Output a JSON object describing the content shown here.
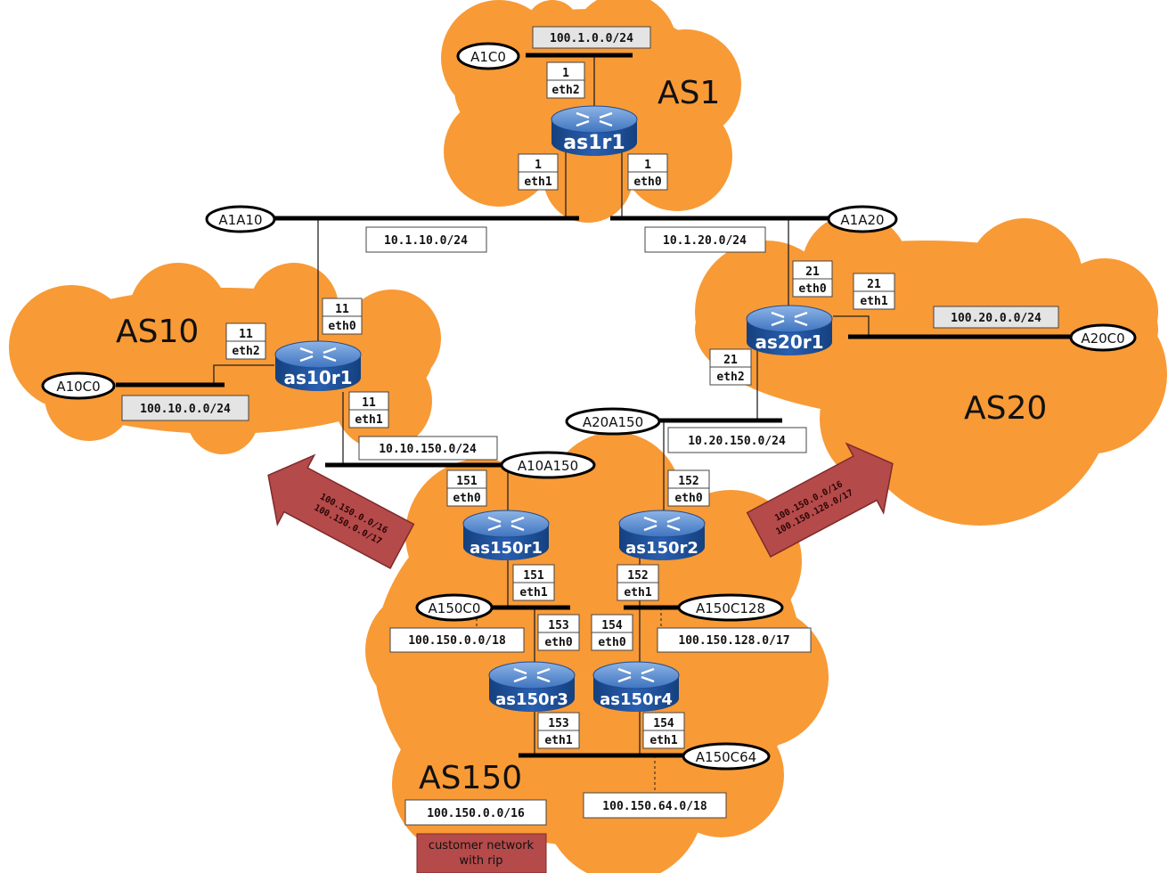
{
  "colors": {
    "cloud": "#f89a36",
    "router_top": "#5a8fd0",
    "router_body": "#1f4f9a",
    "segment": "#000000",
    "arrow": "#b54a4a"
  },
  "as_names": {
    "as1": "AS1",
    "as10": "AS10",
    "as20": "AS20",
    "as150": "AS150"
  },
  "routers": {
    "as1r1": "as1r1",
    "as10r1": "as10r1",
    "as20r1": "as20r1",
    "as150r1": "as150r1",
    "as150r2": "as150r2",
    "as150r3": "as150r3",
    "as150r4": "as150r4"
  },
  "collision_domains": {
    "a1c0": "A1C0",
    "a1a10": "A1A10",
    "a1a20": "A1A20",
    "a10c0": "A10C0",
    "a20c0": "A20C0",
    "a20a150": "A20A150",
    "a10a150": "A10A150",
    "a150c0": "A150C0",
    "a150c128": "A150C128",
    "a150c64": "A150C64"
  },
  "networks": {
    "n_100_1": "100.1.0.0/24",
    "n_10_1_10": "10.1.10.0/24",
    "n_10_1_20": "10.1.20.0/24",
    "n_100_20": "100.20.0.0/24",
    "n_100_10": "100.10.0.0/24",
    "n_10_10_150": "10.10.150.0/24",
    "n_10_20_150": "10.20.150.0/24",
    "n_100_150_0": "100.150.0.0/18",
    "n_100_150_128": "100.150.128.0/17",
    "n_100_150_64": "100.150.64.0/18",
    "n_100_150_16": "100.150.0.0/16"
  },
  "interfaces": {
    "as1r1_eth2": {
      "num": "1",
      "name": "eth2"
    },
    "as1r1_eth1": {
      "num": "1",
      "name": "eth1"
    },
    "as1r1_eth0": {
      "num": "1",
      "name": "eth0"
    },
    "as10r1_eth0": {
      "num": "11",
      "name": "eth0"
    },
    "as10r1_eth2": {
      "num": "11",
      "name": "eth2"
    },
    "as10r1_eth1": {
      "num": "11",
      "name": "eth1"
    },
    "as20r1_eth0": {
      "num": "21",
      "name": "eth0"
    },
    "as20r1_eth1": {
      "num": "21",
      "name": "eth1"
    },
    "as20r1_eth2": {
      "num": "21",
      "name": "eth2"
    },
    "as150r1_eth0": {
      "num": "151",
      "name": "eth0"
    },
    "as150r1_eth1": {
      "num": "151",
      "name": "eth1"
    },
    "as150r2_eth0": {
      "num": "152",
      "name": "eth0"
    },
    "as150r2_eth1": {
      "num": "152",
      "name": "eth1"
    },
    "as150r3_eth0": {
      "num": "153",
      "name": "eth0"
    },
    "as150r3_eth1": {
      "num": "153",
      "name": "eth1"
    },
    "as150r4_eth0": {
      "num": "154",
      "name": "eth0"
    },
    "as150r4_eth1": {
      "num": "154",
      "name": "eth1"
    }
  },
  "announcements": {
    "to_as10": {
      "line1": "100.150.0.0/16",
      "line2": "100.150.0.0/17"
    },
    "to_as20": {
      "line1": "100.150.0.0/16",
      "line2": "100.150.128.0/17"
    }
  },
  "customer_note": {
    "line1": "customer network",
    "line2": "with rip"
  }
}
